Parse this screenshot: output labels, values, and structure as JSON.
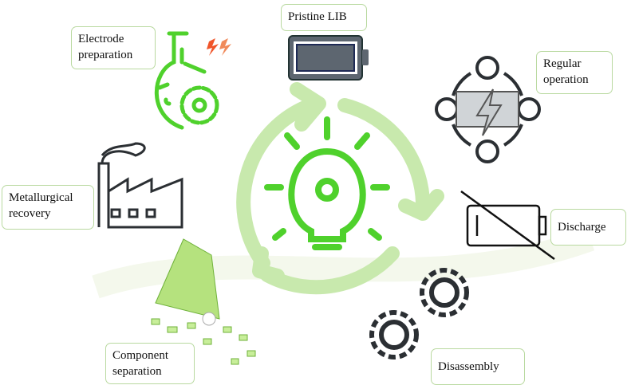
{
  "title": "Lithium-ion battery lifecycle",
  "stages": {
    "pristine": "Pristine LIB",
    "regular": "Regular operation",
    "discharge": "Discharge",
    "disassembly": "Disassembly",
    "component": "Component separation",
    "metallurgical": "Metallurgical recovery",
    "electrode": "Electrode preparation"
  },
  "colors": {
    "cycle": "#c8e9ad",
    "accent": "#4fd12c",
    "icon_dark": "#2b2f33",
    "battery": "#5d6670",
    "spark": "#f0552a"
  }
}
